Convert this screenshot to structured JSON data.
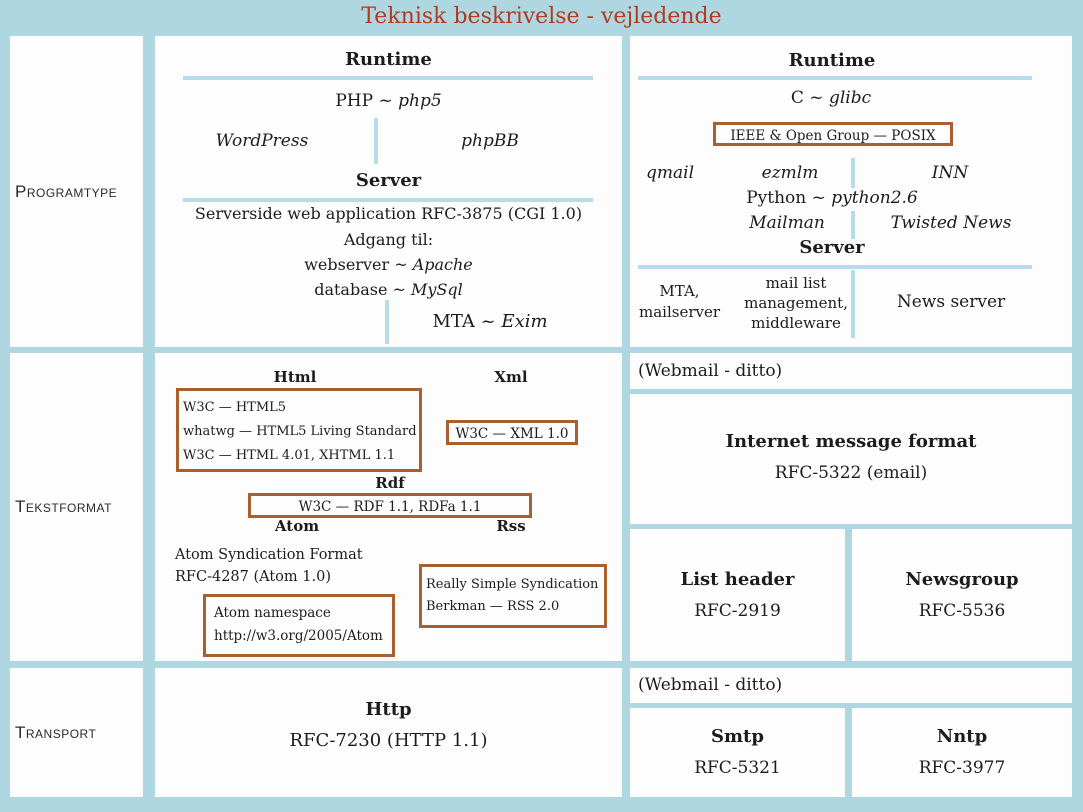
{
  "title": "Teknisk beskrivelse - vejledende",
  "colors": {
    "background": "#aed7e2",
    "panel": "#fdfdfe",
    "divider": "#b6dce8",
    "box_border": "#a8602e",
    "title_text": "#b23a1e"
  },
  "row_labels": {
    "programtype": "Programtype",
    "tekstformat": "Tekstformat",
    "transport": "Transport"
  },
  "programtype": {
    "web": {
      "runtime_header": "Runtime",
      "php_prefix": "PHP ~ ",
      "php_impl": "php5",
      "app_left": "WordPress",
      "app_right": "phpBB",
      "server_header": "Server",
      "server_line1": "Serverside web application RFC-3875 (CGI 1.0)",
      "server_line2": "Adgang til:",
      "webserver_prefix": "webserver ~ ",
      "webserver_impl": "Apache",
      "database_prefix": "database ~ ",
      "database_impl": "MySql",
      "mta_prefix": "MTA ~ ",
      "mta_impl": "Exim"
    },
    "mail": {
      "runtime_header": "Runtime",
      "c_prefix": "C ~ ",
      "c_impl": "glibc",
      "posix_box": "IEEE & Open Group — POSIX",
      "tool_left": "qmail",
      "tool_mid": "ezmlm",
      "tool_right": "INN",
      "python_prefix": "Python ~ ",
      "python_impl": "python2.6",
      "framework_left": "Mailman",
      "framework_right": "Twisted News",
      "server_header": "Server",
      "col1": [
        "MTA,",
        "mailserver"
      ],
      "col2": [
        "mail list",
        "management,",
        "middleware"
      ],
      "col3": "News server"
    }
  },
  "tekstformat": {
    "html_header": "Html",
    "xml_header": "Xml",
    "html_box": [
      "W3C — HTML5",
      "whatwg — HTML5 Living Standard",
      "W3C — HTML 4.01, XHTML 1.1"
    ],
    "xml_box": "W3C — XML 1.0",
    "rdf_header": "Rdf",
    "rdf_box": "W3C — RDF 1.1, RDFa 1.1",
    "atom_header": "Atom",
    "rss_header": "Rss",
    "atom_lines": [
      "Atom Syndication Format",
      "RFC-4287 (Atom 1.0)"
    ],
    "atom_box": [
      "Atom namespace",
      "http://w3.org/2005/Atom"
    ],
    "rss_box": [
      "Really Simple Syndication",
      "Berkman — RSS 2.0"
    ],
    "webmail_note": "(Webmail - ditto)",
    "imf_header": "Internet message format",
    "imf_detail": "RFC-5322 (email)",
    "list_header": "List header",
    "list_detail": "RFC-2919",
    "newsgroup_header": "Newsgroup",
    "newsgroup_detail": "RFC-5536"
  },
  "transport": {
    "http_header": "Http",
    "http_detail": "RFC-7230 (HTTP 1.1)",
    "webmail_note": "(Webmail - ditto)",
    "smtp_header": "Smtp",
    "smtp_detail": "RFC-5321",
    "nntp_header": "Nntp",
    "nntp_detail": "RFC-3977"
  }
}
